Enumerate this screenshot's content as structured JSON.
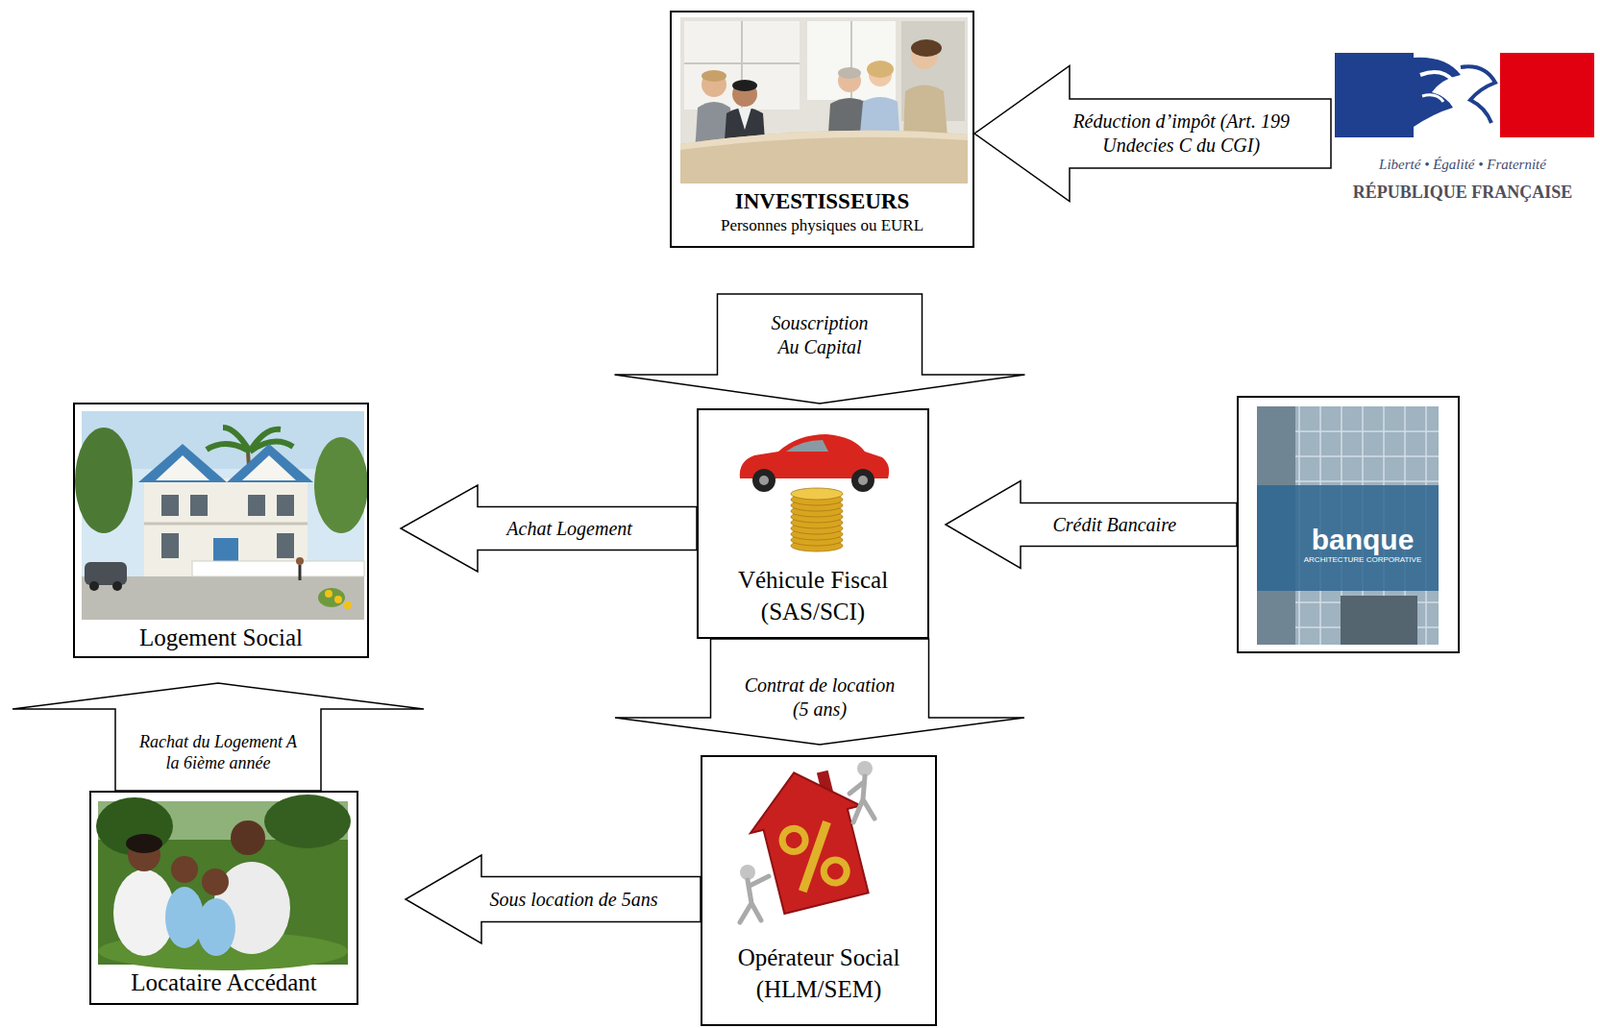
{
  "diagram": {
    "nodes": [
      {
        "text": [
          "INVESTISSEURS",
          "Personnes physiques ou EURL"
        ]
      },
      {
        "text": [
          "Liberté • Égalité • Fraternité",
          "RÉPUBLIQUE FRANÇAISE"
        ]
      },
      {
        "text": [
          "Logement Social"
        ]
      },
      {
        "text": [
          "Véhicule Fiscal (SAS/SCI)"
        ]
      },
      {
        "text": [
          "banque",
          "ARCHITECTURE CORPORATIVE"
        ]
      },
      {
        "text": [
          "Locataire Accédant"
        ]
      },
      {
        "text": [
          "Opérateur Social (HLM/SEM)"
        ]
      }
    ],
    "edges": [
      {
        "from": 1,
        "to": 0,
        "arrow": "to",
        "label": "Réduction d’impôt (Art. 199 Undecies C du CGI)"
      },
      {
        "from": 0,
        "to": 3,
        "arrow": "to",
        "label": "Souscription Au Capital"
      },
      {
        "from": 3,
        "to": 2,
        "arrow": "to",
        "label": "Achat Logement"
      },
      {
        "from": 4,
        "to": 3,
        "arrow": "to",
        "label": "Crédit Bancaire"
      },
      {
        "from": 3,
        "to": 6,
        "arrow": "to",
        "label": "Contrat de location (5 ans)"
      },
      {
        "from": 6,
        "to": 5,
        "arrow": "to",
        "label": "Sous location de 5ans"
      },
      {
        "from": 5,
        "to": 2,
        "arrow": "to",
        "label": "Rachat du Logement A la 6ième année"
      }
    ]
  }
}
